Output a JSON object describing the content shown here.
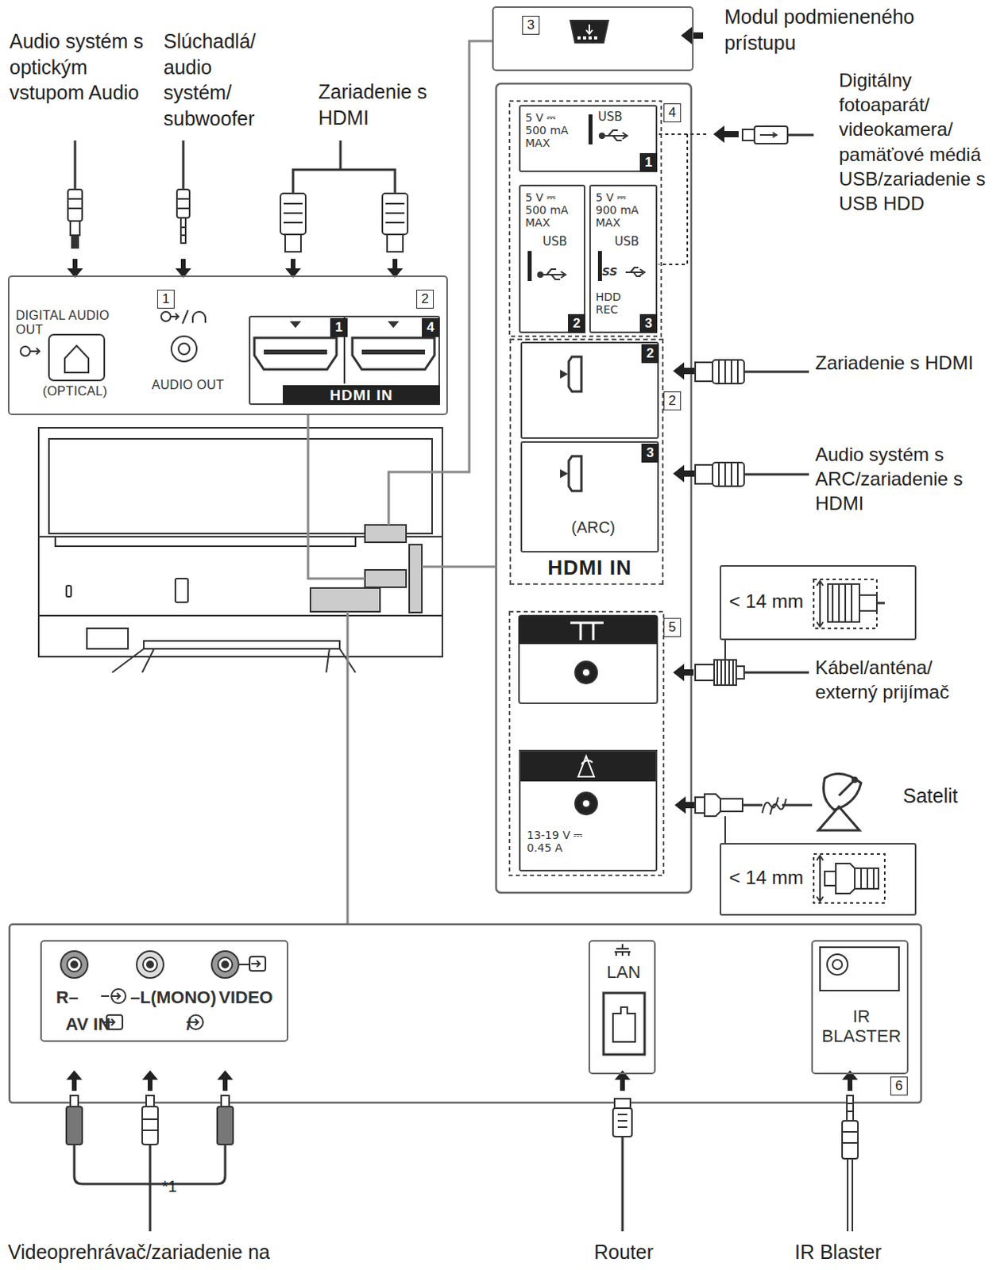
{
  "diagram": {
    "nodes": [
      {
        "text": [
          "DIGITAL AUDIO OUT",
          "(OPTICAL)",
          "AUDIO OUT"
        ]
      },
      {
        "text": [
          "1",
          "4",
          "HDMI IN"
        ],
        "in": 0
      },
      {
        "text": [
          "3"
        ]
      },
      {
        "text": [
          "5 V ⎓ 500 mA MAX",
          "USB",
          "1"
        ]
      },
      {
        "text": [
          "5 V ⎓ 500 mA MAX",
          "USB",
          "2"
        ]
      },
      {
        "text": [
          "5 V ⎓ 900 mA MAX",
          "USB",
          "SS",
          "HDD REC",
          "3"
        ]
      },
      {
        "text": [
          "HDMI IN"
        ]
      },
      {
        "text": [
          "2"
        ],
        "in": 6
      },
      {
        "text": [
          "3",
          "(ARC)"
        ],
        "in": 6
      },
      {
        "text": [
          "13-19 V ⎓ 0.45 A"
        ]
      },
      {
        "text": [
          "R–",
          "–L(MONO)",
          "VIDEO",
          "AV IN",
          "/"
        ]
      },
      {
        "text": [
          "LAN"
        ]
      },
      {
        "text": [
          "IR BLASTER"
        ]
      },
      {
        "text": [
          "< 14 mm"
        ]
      },
      {
        "text": [
          "< 14 mm"
        ]
      }
    ],
    "labels": [
      "Audio systém s optickým vstupom Audio",
      "Slúchadlá/ audio systém/ subwoofer",
      "Zariadenie s HDMI",
      "1",
      "2",
      "Modul podmieneného prístupu",
      "Digitálny fotoaparát/ videokamera/ pamäťové médiá USB/zariadenie s USB HDD",
      "4",
      "Zariadenie s HDMI",
      "2",
      "Audio systém s ARC/zariadenie s HDMI",
      "5",
      "Kábel/anténa/ externý prijímač",
      "Satelit",
      "6",
      "*1",
      "Videoprehrávač/zariadenie na",
      "Router",
      "IR Blaster"
    ]
  }
}
